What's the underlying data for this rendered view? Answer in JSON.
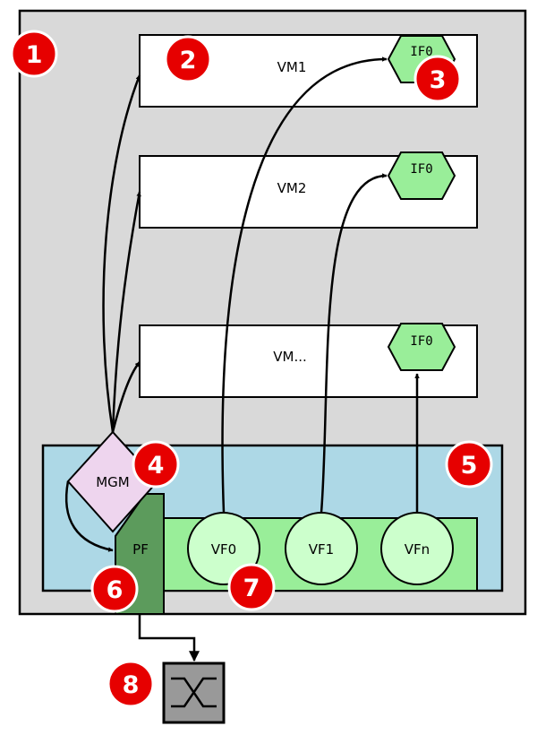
{
  "diagram": {
    "vms": [
      {
        "label": "VM1",
        "iface": "IF0"
      },
      {
        "label": "VM2",
        "iface": "IF0"
      },
      {
        "label": "VM...",
        "iface": "IF0"
      }
    ],
    "mgm_label": "MGM",
    "pf_label": "PF",
    "vfs": [
      {
        "label": "VF0"
      },
      {
        "label": "VF1"
      },
      {
        "label": "VFn"
      }
    ],
    "badges": [
      "1",
      "2",
      "3",
      "4",
      "5",
      "6",
      "7",
      "8"
    ]
  },
  "colors": {
    "host_bg": "#d9d9d9",
    "nic_bg": "#add8e6",
    "vf_bar": "#99ee99",
    "vf_circle": "#ccffcc",
    "iface_hex": "#99ee99",
    "mgm_fill": "#eed5ee",
    "pf_fill": "#5c9b5c",
    "switch_fill": "#999999",
    "badge": "#e60000"
  }
}
